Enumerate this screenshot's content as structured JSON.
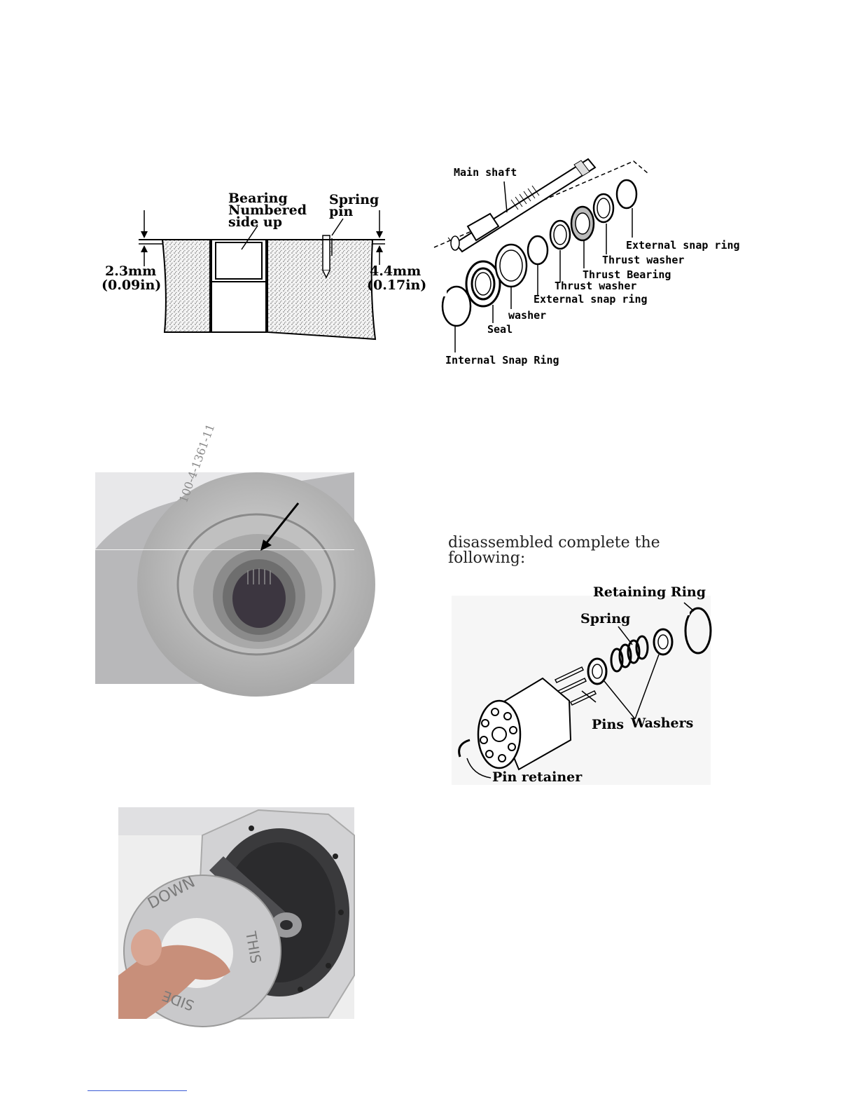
{
  "fig_bearing": {
    "bearing_label": [
      "Bearing",
      "Numbered",
      "side up"
    ],
    "spring_pin_label": [
      "Spring",
      "pin"
    ],
    "left_dim": [
      "2.3mm",
      "(0.09in)"
    ],
    "right_dim": [
      "4.4mm",
      "(0.17in)"
    ]
  },
  "fig_shaft": {
    "main_shaft": "Main shaft",
    "external_snap_ring_1": "External snap ring",
    "thrust_washer_1": "Thrust washer",
    "thrust_bearing": "Thrust Bearing",
    "thrust_washer_2": "Thrust washer",
    "external_snap_ring_2": "External snap ring",
    "washer": "washer",
    "seal": "Seal",
    "internal_snap_ring": "Internal Snap Ring"
  },
  "partial_text": "disassembled complete the following:",
  "fig_piston": {
    "retaining_ring": "Retaining Ring",
    "spring": "Spring",
    "pins": "Pins",
    "washers": "Washers",
    "pin_retainer": "Pin retainer"
  },
  "photo_housing": {
    "stamp": "100-4-1361-11"
  },
  "photo_washer": {
    "words": [
      "DOWN",
      "THIS",
      "SIDE"
    ]
  }
}
